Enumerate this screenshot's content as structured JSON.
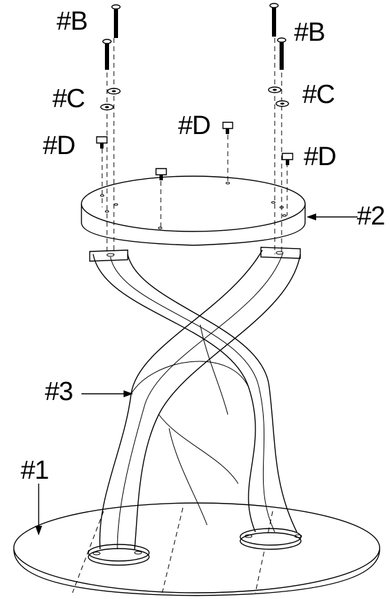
{
  "labels": {
    "b_left": "#B",
    "b_right": "#B",
    "c_left": "#C",
    "c_right": "#C",
    "d_left": "#D",
    "d_center": "#D",
    "d_right": "#D",
    "part2": "#2",
    "part3": "#3",
    "part1": "#1"
  }
}
